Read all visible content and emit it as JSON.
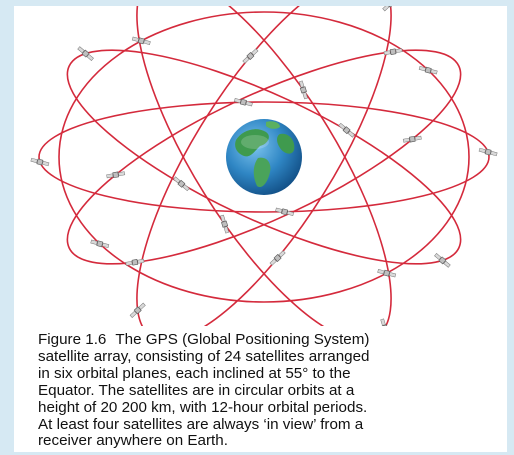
{
  "figure": {
    "label": "Figure 1.6",
    "caption": "The GPS (Global Positioning System)\nsatellite array, consisting of 24 satellites arranged\nin six orbital planes, each inclined at 55° to the\nEquator. The satellites are in circular orbits at a\nheight of 20 200 km, with 12-hour orbital periods.\nAt least four satellites are always ‘in view’ from a\nreceiver anywhere on Earth.",
    "orbit_count": 6,
    "satellite_count": 24,
    "colors": {
      "background": "#d6e9f3",
      "panel": "#ffffff",
      "orbit": "#d42a3c",
      "ocean": "#2f86c4",
      "land": "#3f9a4e",
      "satellite": "#bfbfbf"
    }
  }
}
